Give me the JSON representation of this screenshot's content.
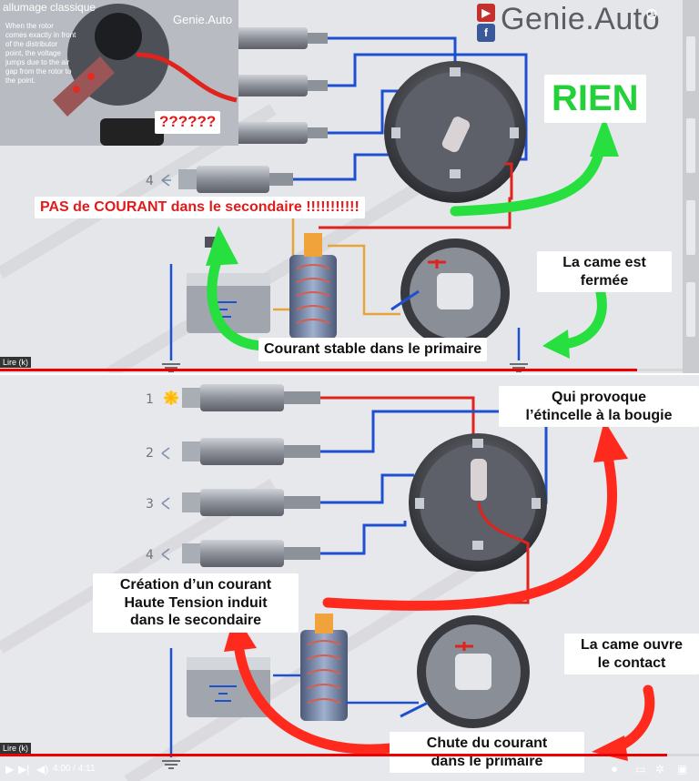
{
  "top_frame": {
    "brand": "Genie.Auto",
    "inset": {
      "caption": "allumage classique",
      "brand": "Genie.Auto",
      "description": "When the rotor comes exactly in front of the distributor point, the voltage jumps due to the air gap from the rotor to the point.",
      "question": "??????"
    },
    "spark_plug_number": "4",
    "labels": {
      "nothing": "RIEN",
      "no_current": "PAS de COURANT dans le secondaire !!!!!!!!!!!",
      "cam_closed_line1": "La came est",
      "cam_closed_line2": "fermée",
      "steady_current": "Courant stable dans le primaire"
    },
    "player": {
      "lire": "Lire (k)"
    }
  },
  "bottom_frame": {
    "spark_plug_numbers": [
      "1",
      "2",
      "3",
      "4"
    ],
    "labels": {
      "spark_line1": "Qui provoque",
      "spark_line2": "l’étincelle à la bougie",
      "induced_line1": "Création d’un courant",
      "induced_line2": "Haute Tension induit",
      "induced_line3": "dans le secondaire",
      "cam_open_line1": "La came ouvre",
      "cam_open_line2": "le contact",
      "drop_line1": "Chute du courant",
      "drop_line2": "dans le primaire"
    },
    "player": {
      "lire": "Lire (k)",
      "time": "4:00 / 4:11",
      "progress": 0.955
    }
  },
  "colors": {
    "wire_blue": "#1f4fd1",
    "wire_red": "#e0231c",
    "wire_orange": "#e8a33a",
    "arrow_green": "#27e040",
    "arrow_red": "#ff2a1e",
    "label_red": "#e11b1b",
    "label_green": "#25d13a"
  },
  "icons": [
    "youtube-icon",
    "facebook-icon",
    "clock-icon",
    "play-icon",
    "next-icon",
    "volume-icon",
    "autoplay-toggle-icon",
    "subtitles-icon",
    "settings-icon",
    "miniplayer-icon"
  ]
}
